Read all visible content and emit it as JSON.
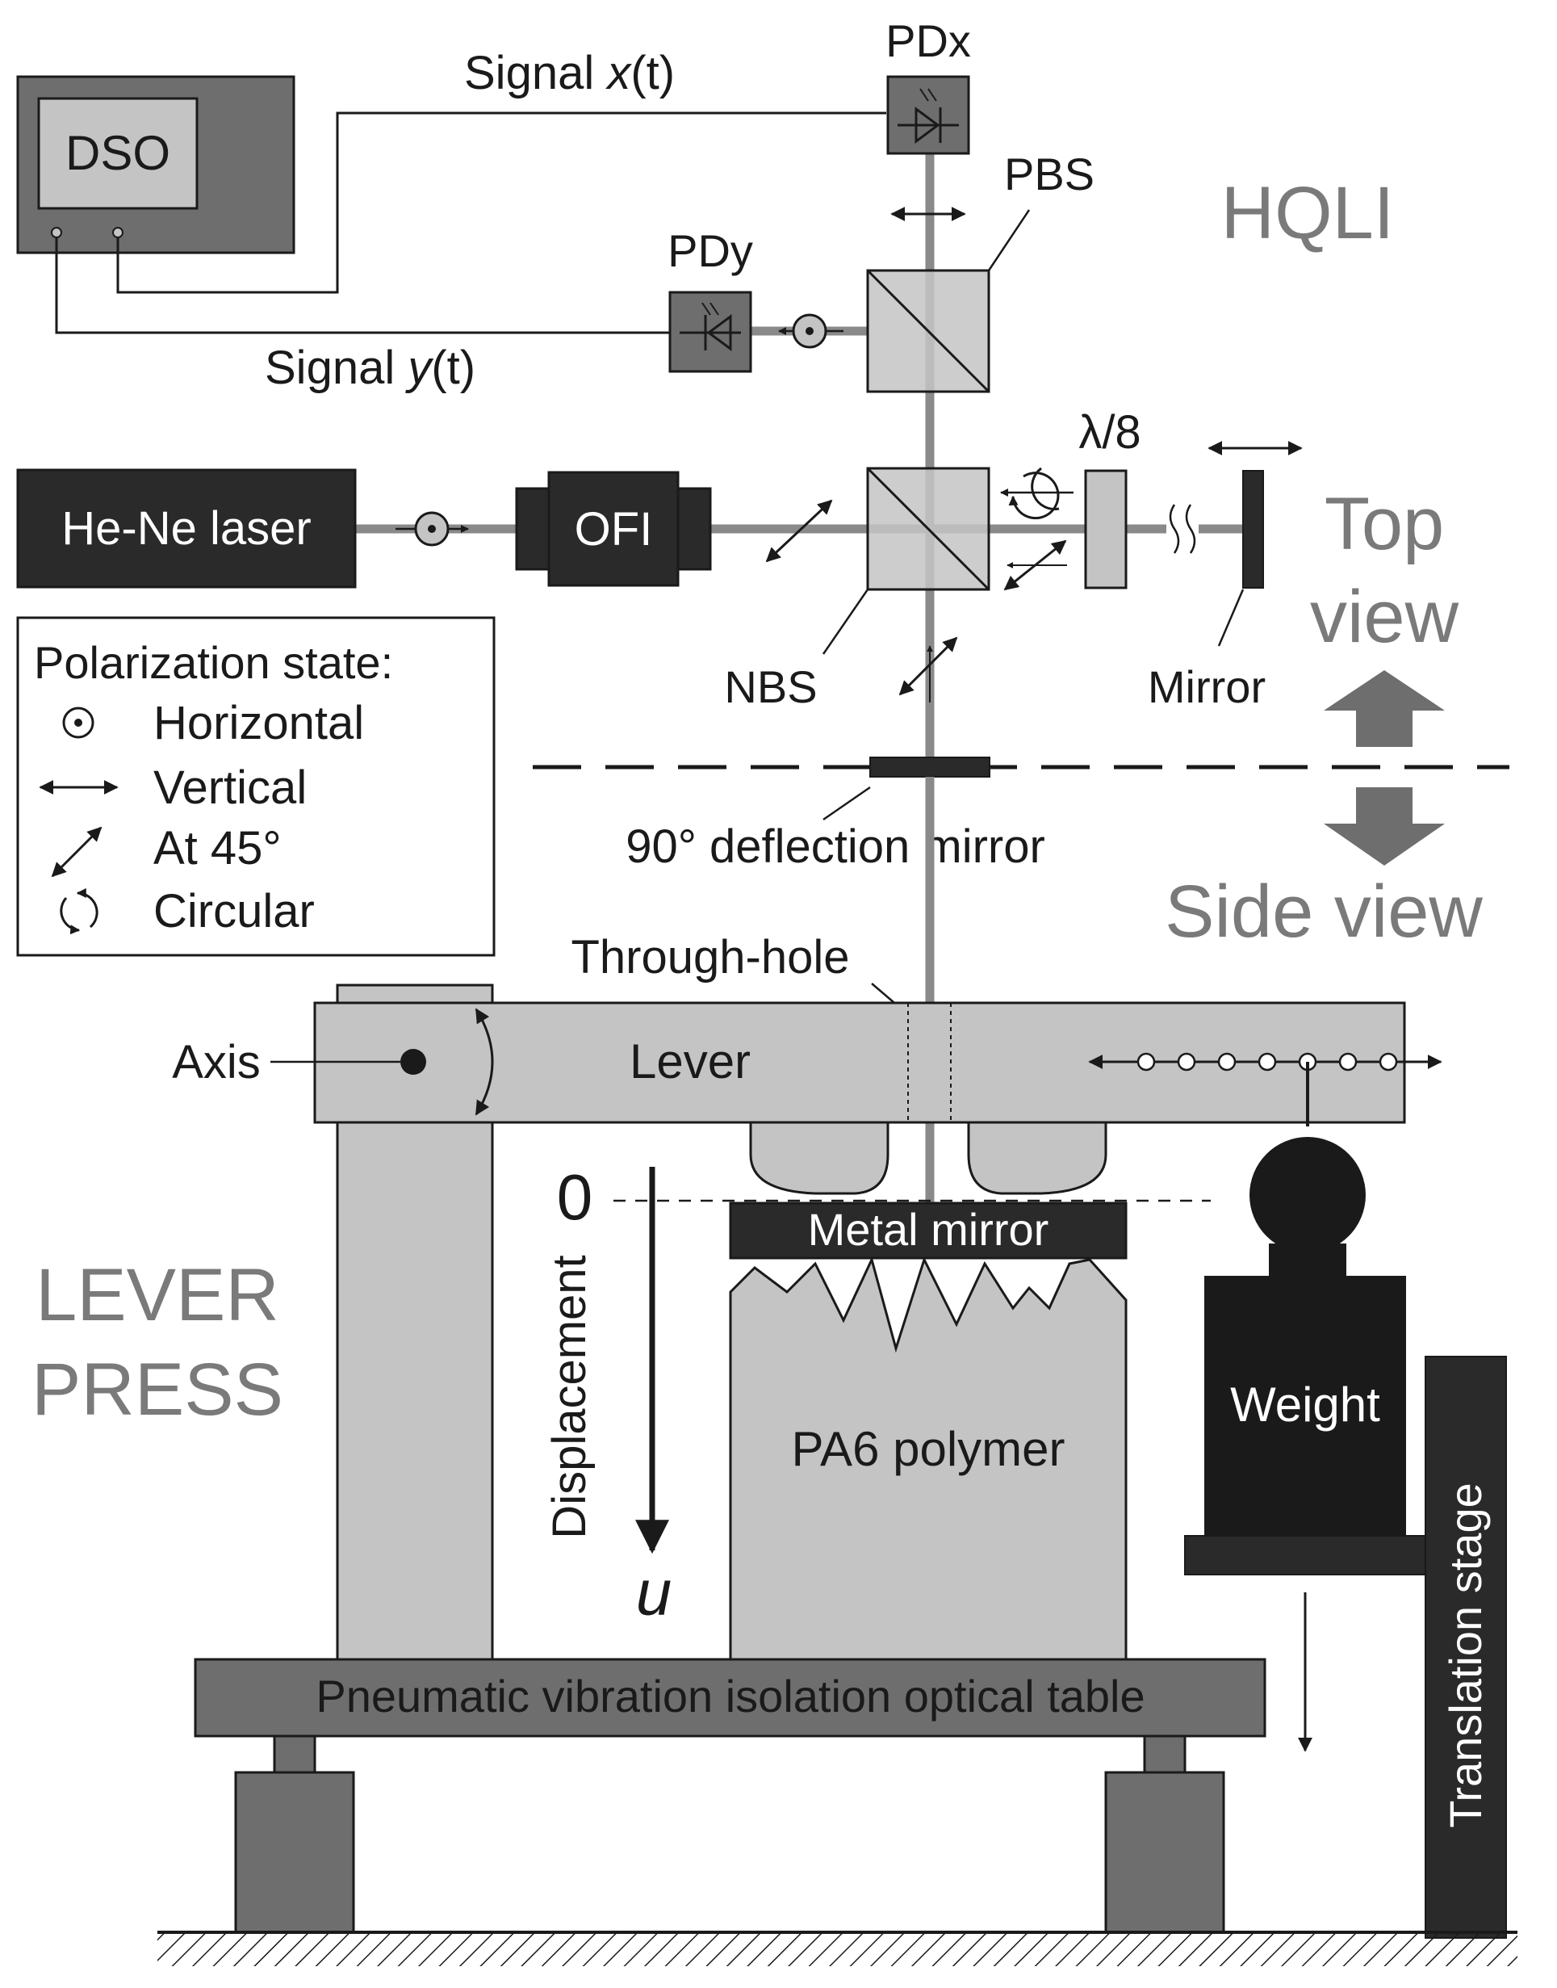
{
  "labels": {
    "dso": "DSO",
    "signal_x_prefix": "Signal ",
    "signal_x_var": "x",
    "signal_x_suffix": "(t)",
    "signal_y_prefix": "Signal ",
    "signal_y_var": "y",
    "signal_y_suffix": "(t)",
    "pdx": "PDx",
    "pdy": "PDy",
    "pbs": "PBS",
    "hqli": "HQLI",
    "laser": "He-Ne laser",
    "ofi": "OFI",
    "nbs": "NBS",
    "lambda8": "λ/8",
    "mirror": "Mirror",
    "top_view_1": "Top",
    "top_view_2": "view",
    "side_view": "Side view",
    "deflection_mirror": "90° deflection mirror",
    "through_hole": "Through-hole",
    "axis": "Axis",
    "lever": "Lever",
    "zero": "0",
    "displacement": "Displacement",
    "u": "u",
    "metal_mirror": "Metal mirror",
    "polymer": "PA6 polymer",
    "weight": "Weight",
    "translation_stage": "Translation stage",
    "lever_press_1": "LEVER",
    "lever_press_2": "PRESS",
    "optical_table": "Pneumatic vibration isolation optical table"
  },
  "legend": {
    "title": "Polarization state:",
    "items": [
      "Horizontal",
      "Vertical",
      "At 45°",
      "Circular"
    ]
  },
  "colors": {
    "dark": "#2a2a2a",
    "mid": "#6e6e6e",
    "light": "#c4c4c4",
    "gray_text": "#7a7a7a"
  }
}
